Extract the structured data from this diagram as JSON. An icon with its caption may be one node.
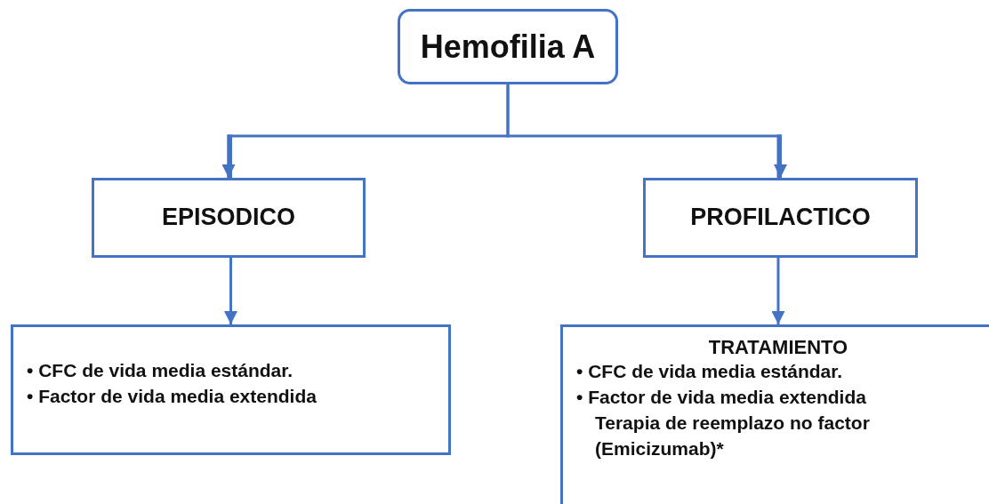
{
  "diagram": {
    "nodes": [
      {
        "text": [
          "Hemofilia A"
        ]
      },
      {
        "text": [
          "EPISODICO"
        ]
      },
      {
        "text": [
          "PROFILACTICO"
        ]
      },
      {
        "text": [
          "• CFC de vida media estándar.",
          "• Factor de vida media extendida"
        ]
      },
      {
        "text": [
          "TRATAMIENTO",
          "• CFC de vida media estándar.",
          "• Factor de vida media extendida",
          "Terapia de reemplazo no factor (Emicizumab)*"
        ]
      }
    ],
    "edges": [
      {
        "from": 0,
        "to": 1,
        "arrow": "to"
      },
      {
        "from": 0,
        "to": 2,
        "arrow": "to"
      },
      {
        "from": 1,
        "to": 3,
        "arrow": "to"
      },
      {
        "from": 2,
        "to": 4,
        "arrow": "to"
      }
    ]
  }
}
